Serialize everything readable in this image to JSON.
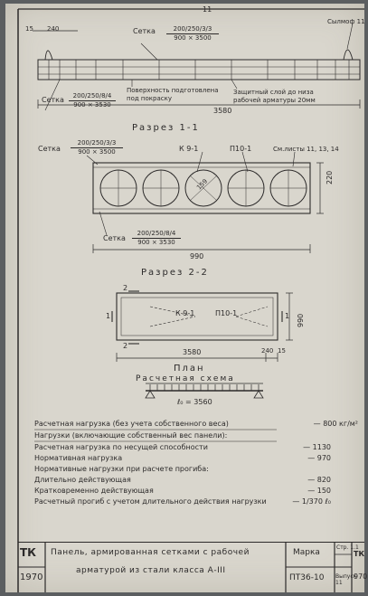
{
  "sheet": {
    "page_number": "11"
  },
  "elevation": {
    "dim_15": "15",
    "dim_240": "240",
    "mesh_top_label": "Сетка",
    "mesh_top_num": "200/250/3/3",
    "mesh_top_den": "900 × 3500",
    "lifting_loop": "Сылмоф 11",
    "mesh_bottom_label": "Сетка",
    "mesh_bottom_num": "200/250/8/4",
    "mesh_bottom_den": "900 × 3530",
    "surface_note_1": "Поверхность подготовлена",
    "surface_note_2": "под покраску",
    "cover_note_1": "Защитный слой до низа",
    "cover_note_2": "рабочей арматуры 20мм",
    "length": "3580"
  },
  "section_1": {
    "title": "Разрез 1-1",
    "mesh_top_label": "Сетка",
    "mesh_top_num": "200/250/3/3",
    "mesh_top_den": "900 × 3500",
    "frame_k": "К 9-1",
    "frame_p": "П10-1",
    "see_sheets": "См.листы 11, 13, 14",
    "diameter": "159",
    "height": "220",
    "mesh_bottom_label": "Сетка",
    "mesh_bottom_num": "200/250/8/4",
    "mesh_bottom_den": "900 × 3530",
    "width": "990"
  },
  "section_2": {
    "title": "Разрез 2-2",
    "mark_2": "2",
    "mark_1": "1",
    "frame_k": "К 9-1",
    "frame_p": "П10-1",
    "width": "990",
    "length": "3580",
    "dim_240": "240",
    "dim_15": "15"
  },
  "plan_label": "План",
  "scheme": {
    "title": "Расчетная схема",
    "span": "ℓ₀ = 3560"
  },
  "loads": [
    {
      "label": "Расчетная нагрузка (без учета собственного веса)",
      "value": "— 800 кг/м²"
    },
    {
      "label": "Нагрузки (включающие собственный вес панели):",
      "value": ""
    },
    {
      "label": "Расчетная нагрузка по несущей способности",
      "value": "— 1130"
    },
    {
      "label": "Нормативная нагрузка",
      "value": "— 970"
    },
    {
      "label": "Нормативные нагрузки при расчете прогиба:",
      "value": ""
    },
    {
      "label": "Длительно действующая",
      "value": "— 820"
    },
    {
      "label": "Кратковременно действующая",
      "value": "— 150"
    },
    {
      "label": "Расчетный прогиб с учетом длительного действия нагрузки",
      "value": "— 1/370 ℓ₀"
    }
  ],
  "title_block": {
    "series": "ТК",
    "year": "1970",
    "title_line_1": "Панель, армированная сетками с рабочей",
    "title_line_2": "арматурой из стали класса А-III",
    "mark_label": "Марка",
    "mark_value": "ПТ36-10",
    "sheet_label": "Стр. 1.1",
    "issue_label": "Выпуск 11",
    "right_code": "ТК",
    "right_year": "970"
  }
}
